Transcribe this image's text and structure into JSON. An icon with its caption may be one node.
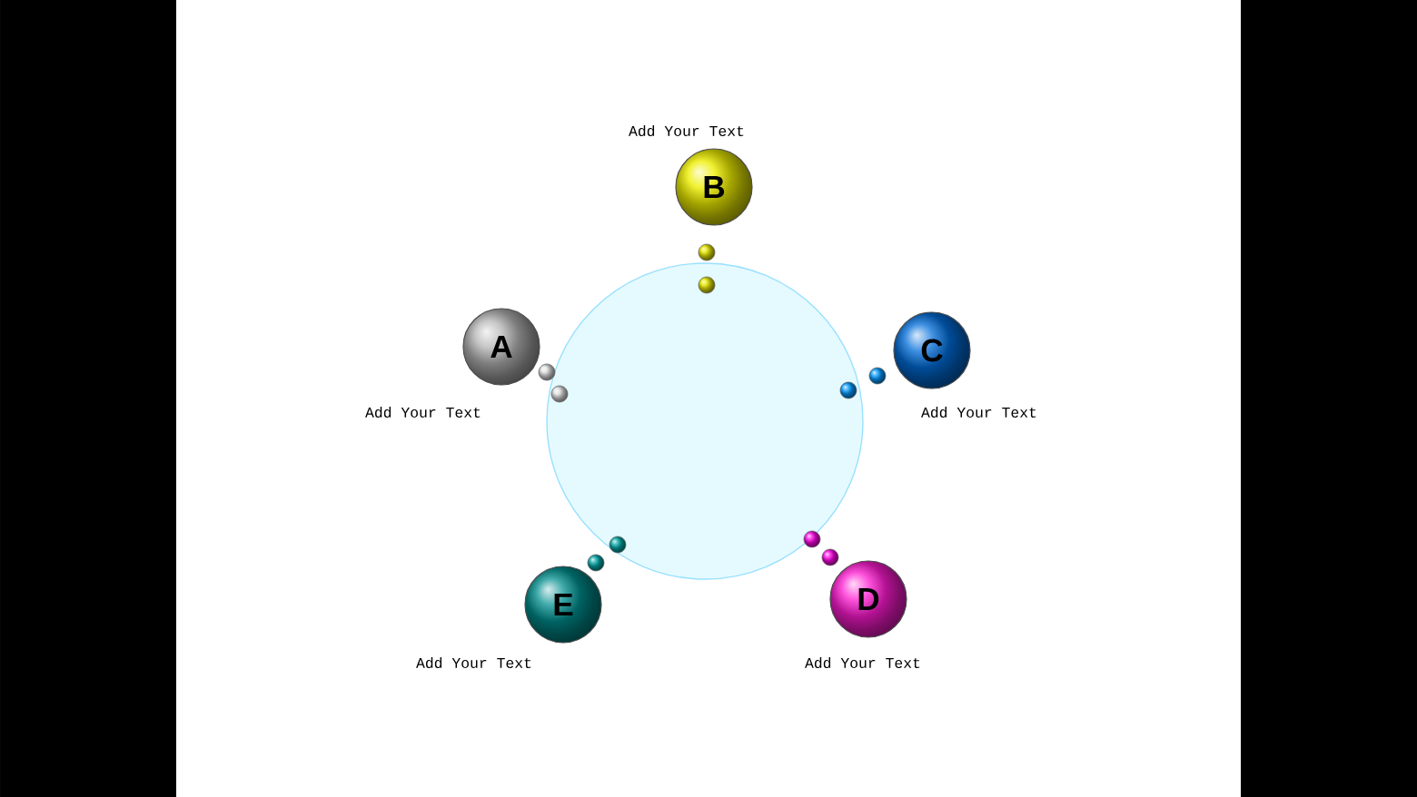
{
  "diagram": {
    "nodes": [
      {
        "text": [],
        "shape": "circle"
      },
      {
        "text": [
          "A"
        ],
        "beside": [
          "Add Your Text"
        ]
      },
      {
        "text": [
          "B"
        ],
        "beside": [
          "Add Your Text"
        ]
      },
      {
        "text": [
          "C"
        ],
        "beside": [
          "Add Your Text"
        ]
      },
      {
        "text": [
          "D"
        ],
        "beside": [
          "Add Your Text"
        ]
      },
      {
        "text": [
          "E"
        ],
        "beside": [
          "Add Your Text"
        ]
      }
    ]
  }
}
